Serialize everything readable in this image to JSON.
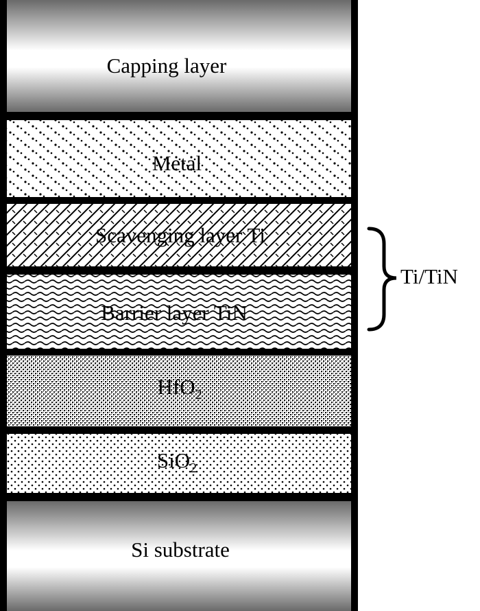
{
  "layers": [
    {
      "id": "capping",
      "label": "Capping layer",
      "fill": "gradient"
    },
    {
      "id": "metal",
      "label": "Metal",
      "fill": "dots-sparse"
    },
    {
      "id": "scavenging",
      "label": "Scavenging layer Ti",
      "fill": "diagonal-hatch"
    },
    {
      "id": "barrier",
      "label": "Barrier layer TiN",
      "fill": "wavy"
    },
    {
      "id": "hfo2",
      "label_main": "HfO",
      "label_sub": "2",
      "fill": "dense-checker"
    },
    {
      "id": "sio2",
      "label_main": "SiO",
      "label_sub": "2",
      "fill": "dots-medium"
    },
    {
      "id": "substrate",
      "label": "Si substrate",
      "fill": "gradient"
    }
  ],
  "bracket": {
    "label": "Ti/TiN",
    "spans": [
      "scavenging",
      "barrier"
    ]
  },
  "colors": {
    "frame": "#000000",
    "gradient_center": "#ffffff",
    "gradient_edge": "#6a6a6a"
  }
}
